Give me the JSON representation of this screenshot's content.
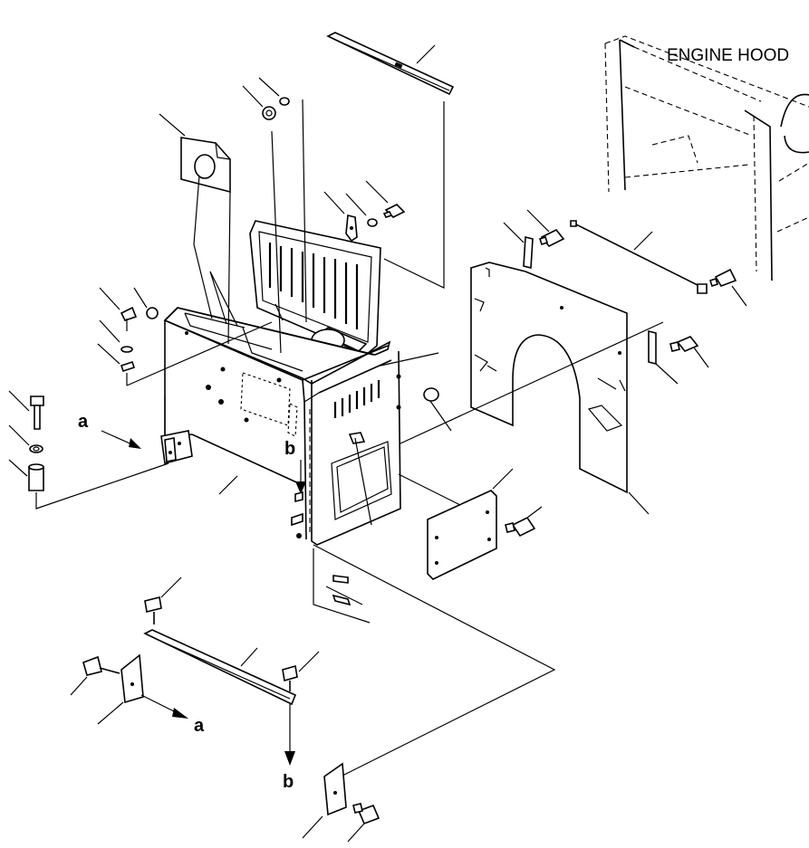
{
  "labels": {
    "engine_hood": "ENGINE HOOD",
    "ref_a": "a",
    "ref_b": "b"
  }
}
